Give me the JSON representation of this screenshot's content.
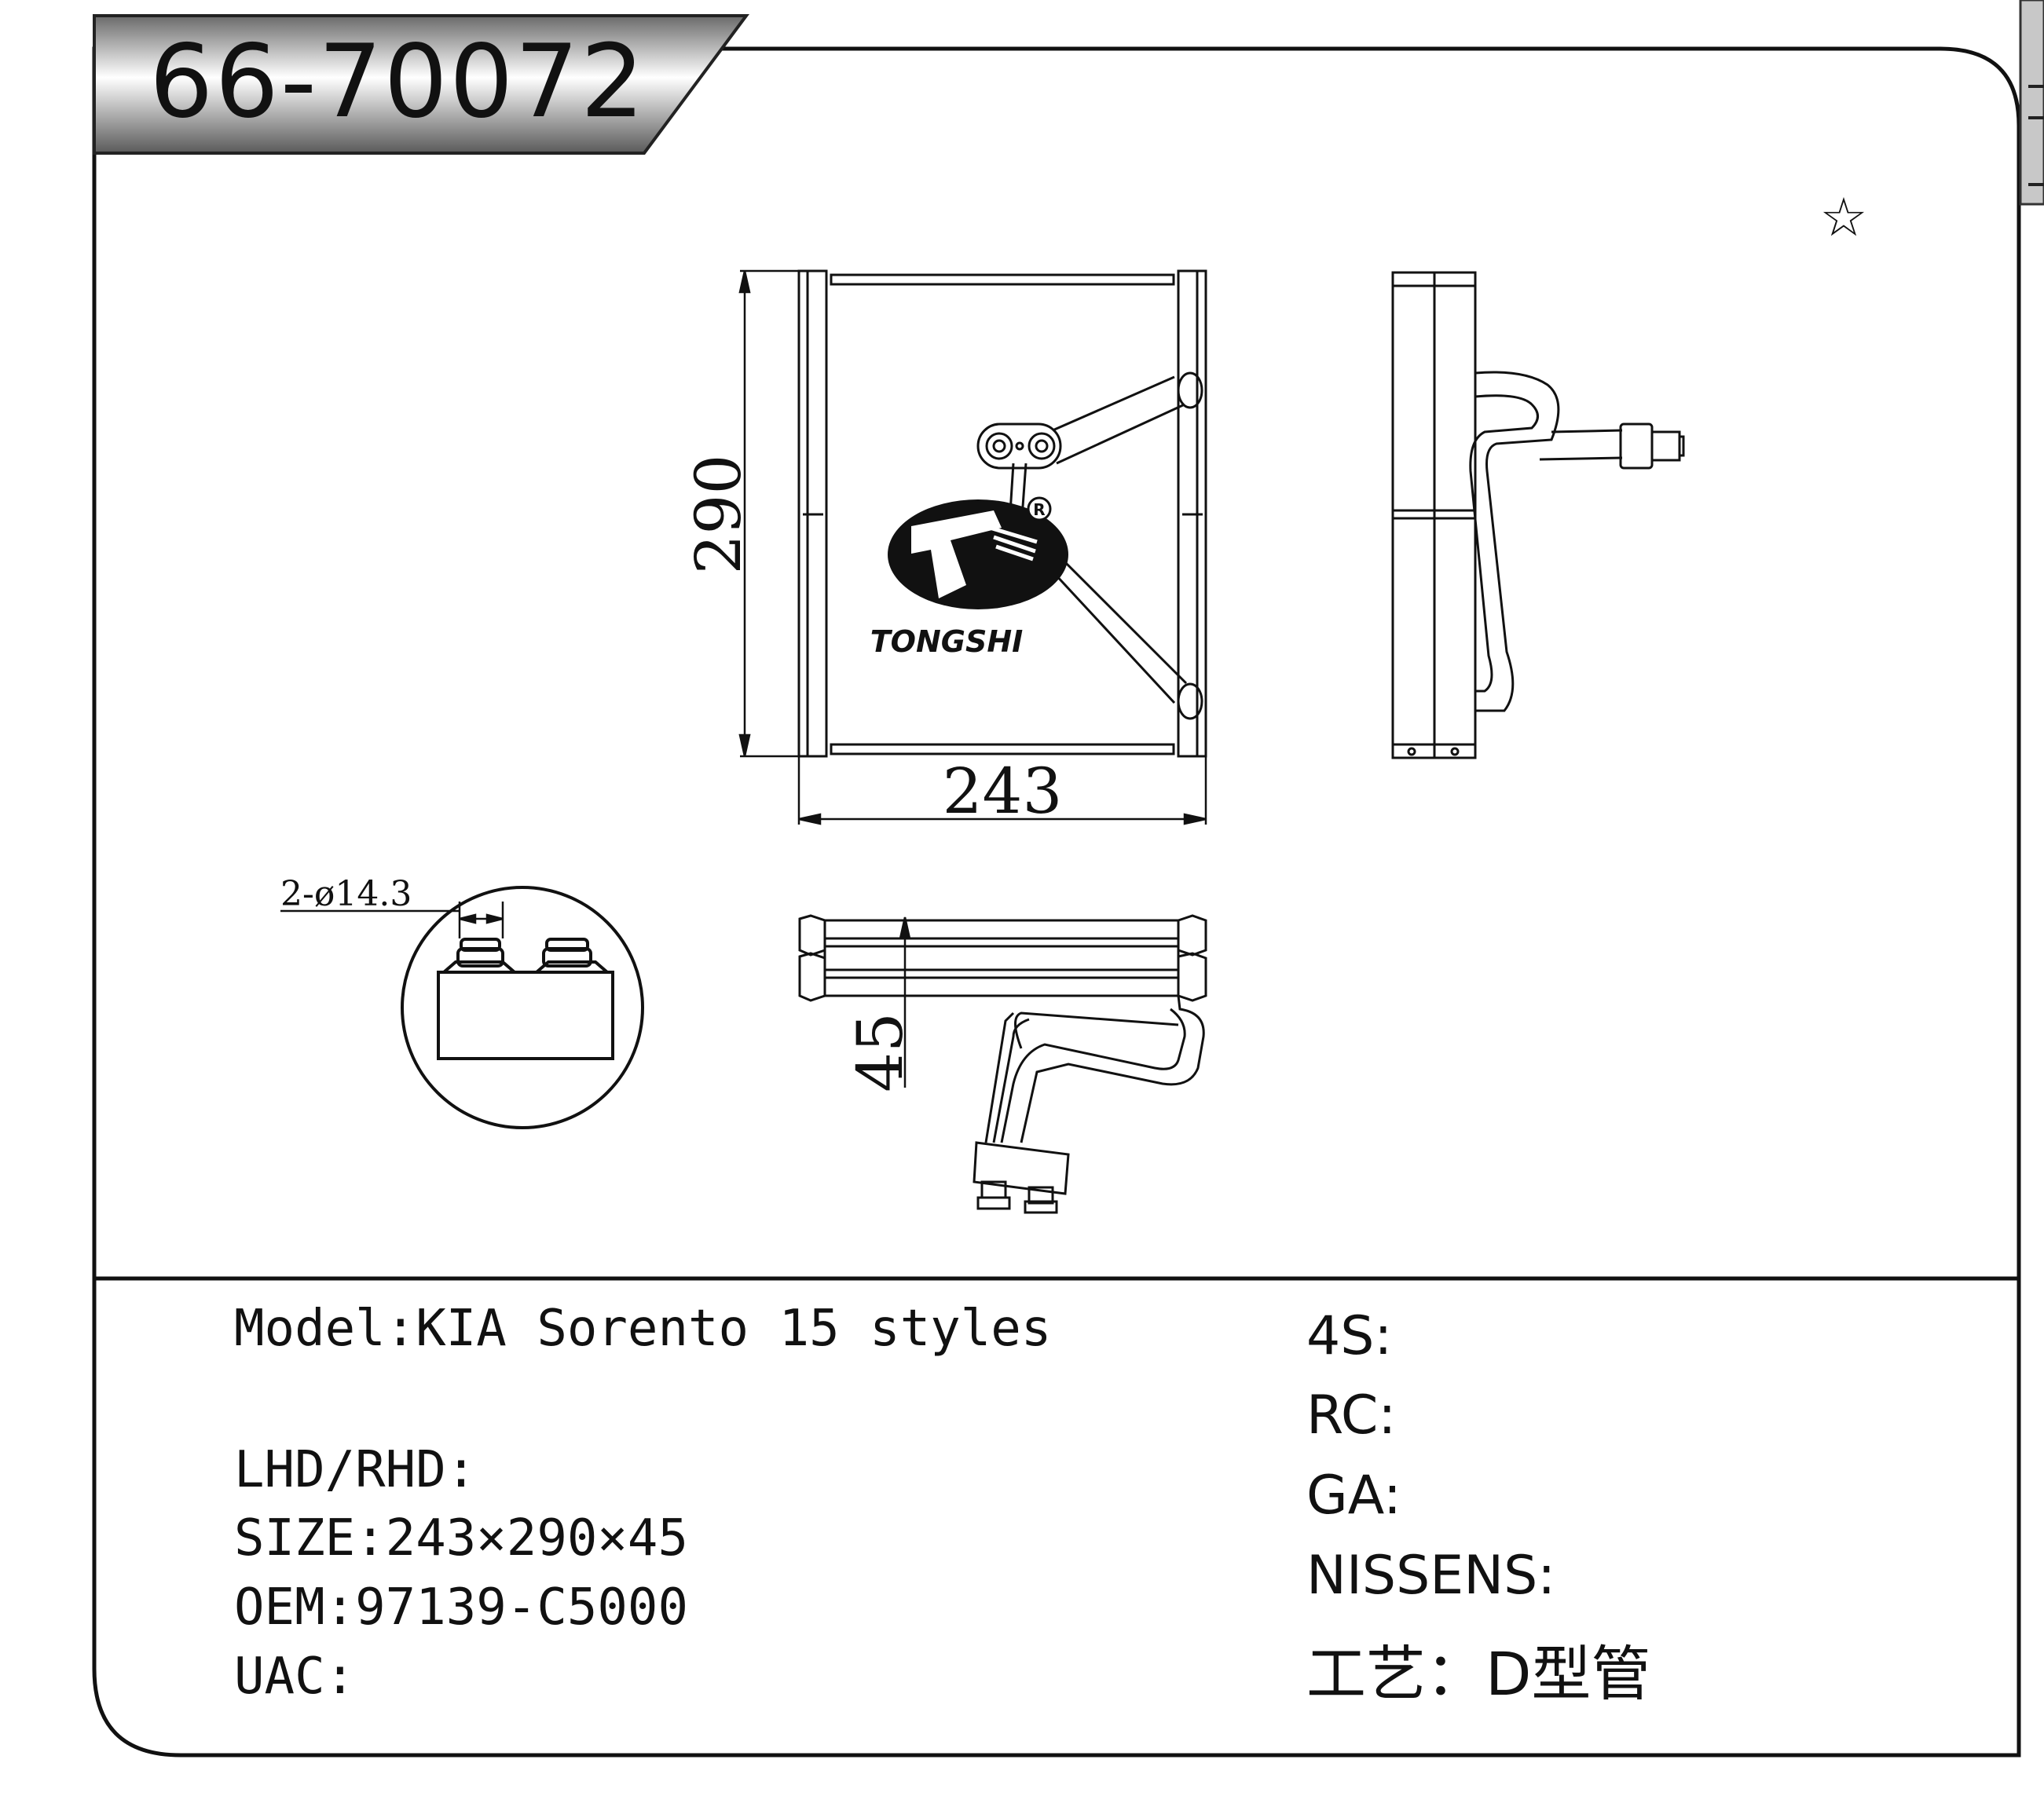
{
  "part_number": "66-70072",
  "mark_symbol": "☆",
  "dimensions": {
    "height": "290",
    "width": "243",
    "depth": "45",
    "port_spec": "2-ø14.3"
  },
  "logo": {
    "brand": "TONGSHI",
    "registered": "R"
  },
  "specs": {
    "model": "Model:KIA Sorento 15 styles",
    "lhd_rhd": "LHD/RHD:",
    "size": "SIZE:243×290×45",
    "oem": "OEM:97139-C5000",
    "uac": "UAC:"
  },
  "cross_refs": {
    "s4": "4S:",
    "rc": "RC:",
    "ga": "GA:",
    "nissens": "NISSENS:",
    "process": "工艺：D型管"
  }
}
